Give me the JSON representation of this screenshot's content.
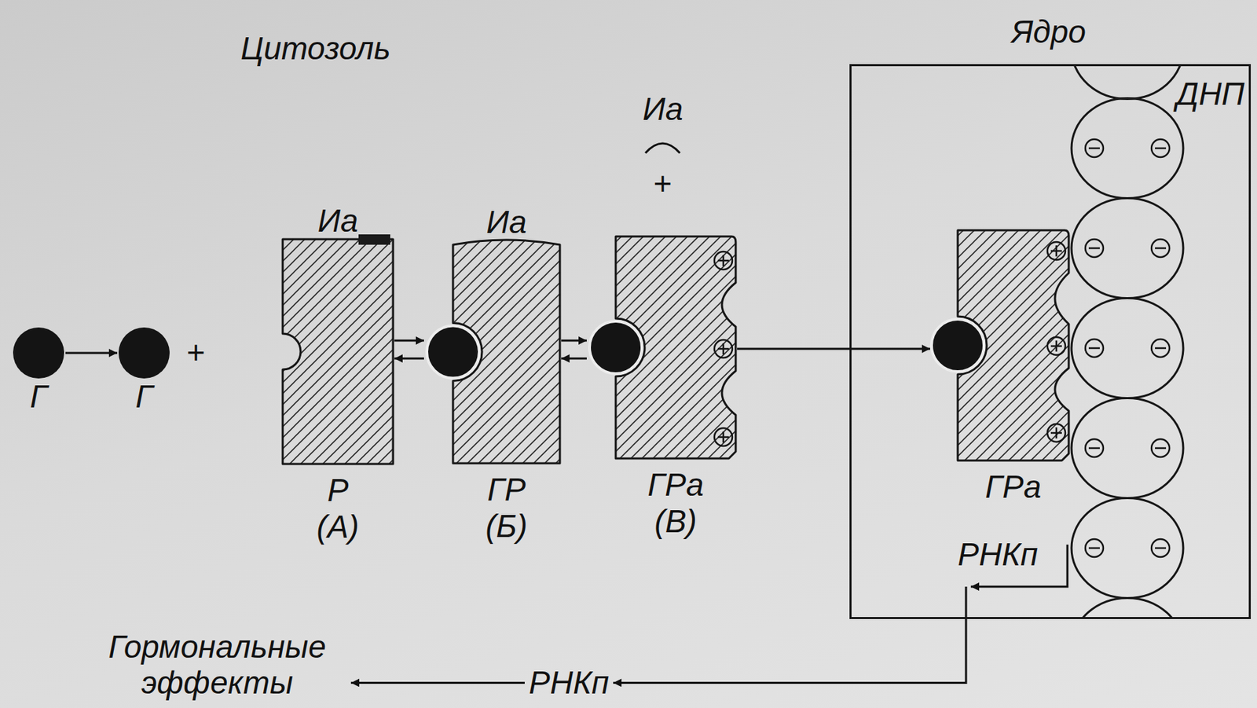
{
  "diagram": {
    "nodes": [
      {
        "text": [
          "Г"
        ]
      },
      {
        "text": [
          "Г"
        ]
      },
      {
        "text": [
          "Иа",
          "Р",
          "(А)"
        ]
      },
      {
        "text": [
          "Иа",
          "ГР",
          "(Б)"
        ]
      },
      {
        "text": [
          "ГРа",
          "(В)"
        ]
      },
      {
        "text": [
          "Ядро"
        ]
      },
      {
        "text": [
          "ГРа"
        ],
        "in": 5
      },
      {
        "text": [
          "ДНП"
        ],
        "in": 5
      },
      {
        "text": [
          "РНКп"
        ],
        "in": 5
      },
      {
        "text": [
          "РНКп"
        ]
      },
      {
        "text": [
          "Гормональные эффекты"
        ]
      }
    ],
    "edges": [
      {
        "from": 0,
        "to": 1,
        "arrow": "to"
      },
      {
        "from": 2,
        "to": 3,
        "arrow": "both"
      },
      {
        "from": 3,
        "to": 4,
        "arrow": "both"
      },
      {
        "from": 4,
        "to": 6,
        "arrow": "to"
      },
      {
        "from": 7,
        "to": 8,
        "arrow": "to"
      },
      {
        "from": 8,
        "to": 9,
        "arrow": "to"
      },
      {
        "from": 9,
        "to": 10,
        "arrow": "to"
      }
    ],
    "labels": [
      "Цитозоль",
      "+",
      "Иа",
      "+"
    ]
  }
}
